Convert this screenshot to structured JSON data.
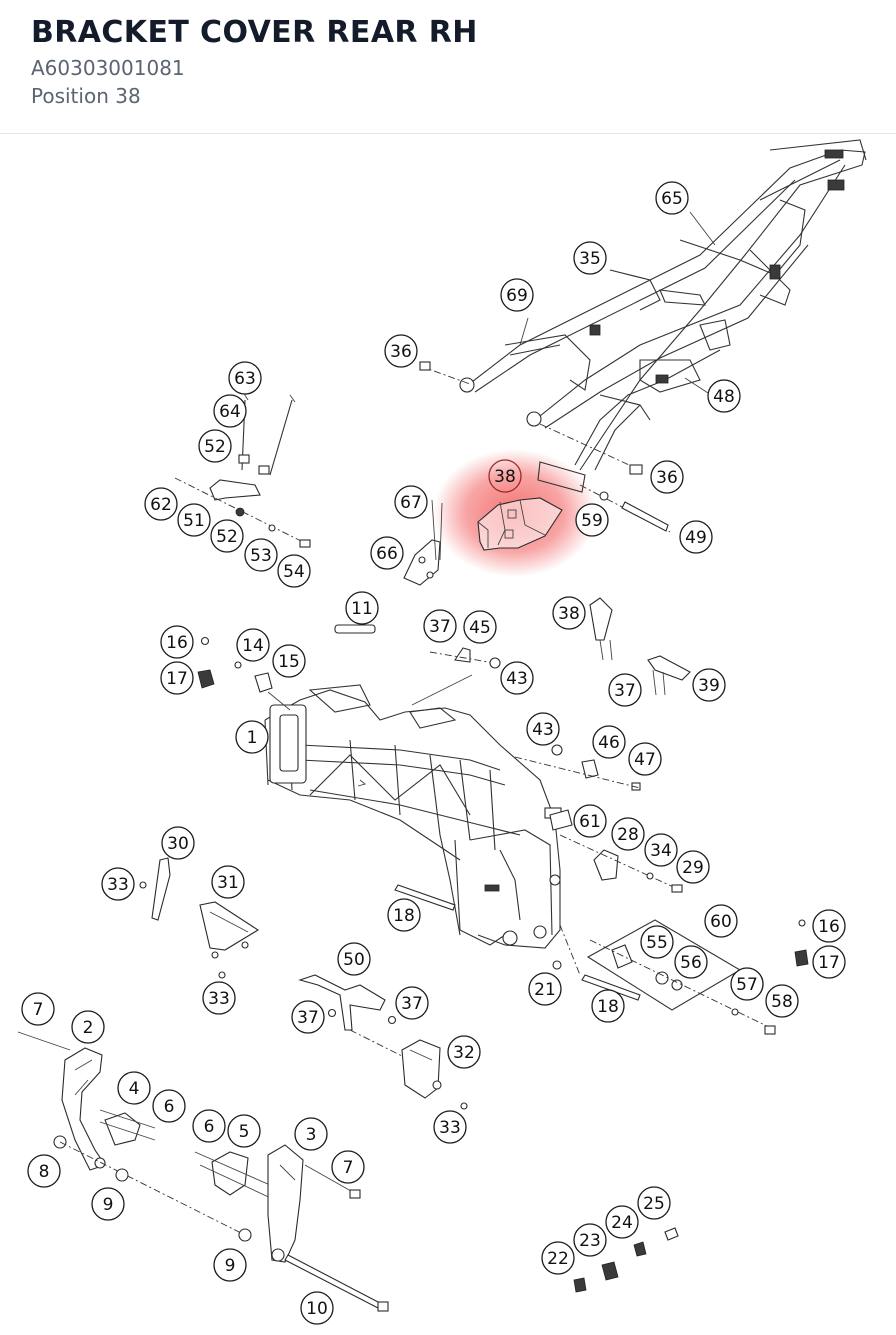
{
  "header": {
    "title": "BRACKET COVER REAR RH",
    "part_number": "A60303001081",
    "position": "Position 38"
  },
  "highlight": {
    "callout": "38",
    "color": "#f25b5b"
  },
  "callouts": [
    "65",
    "35",
    "69",
    "36",
    "48",
    "36",
    "38",
    "59",
    "49",
    "63",
    "64",
    "52",
    "62",
    "51",
    "52",
    "53",
    "54",
    "67",
    "66",
    "11",
    "37",
    "45",
    "43",
    "38",
    "37",
    "39",
    "16",
    "17",
    "14",
    "15",
    "1",
    "43",
    "46",
    "47",
    "61",
    "28",
    "34",
    "29",
    "30",
    "33",
    "31",
    "18",
    "33",
    "60",
    "55",
    "56",
    "16",
    "17",
    "57",
    "58",
    "21",
    "18",
    "50",
    "37",
    "37",
    "32",
    "33",
    "7",
    "2",
    "4",
    "6",
    "6",
    "5",
    "3",
    "7",
    "8",
    "9",
    "9",
    "10",
    "25",
    "24",
    "23",
    "22"
  ]
}
